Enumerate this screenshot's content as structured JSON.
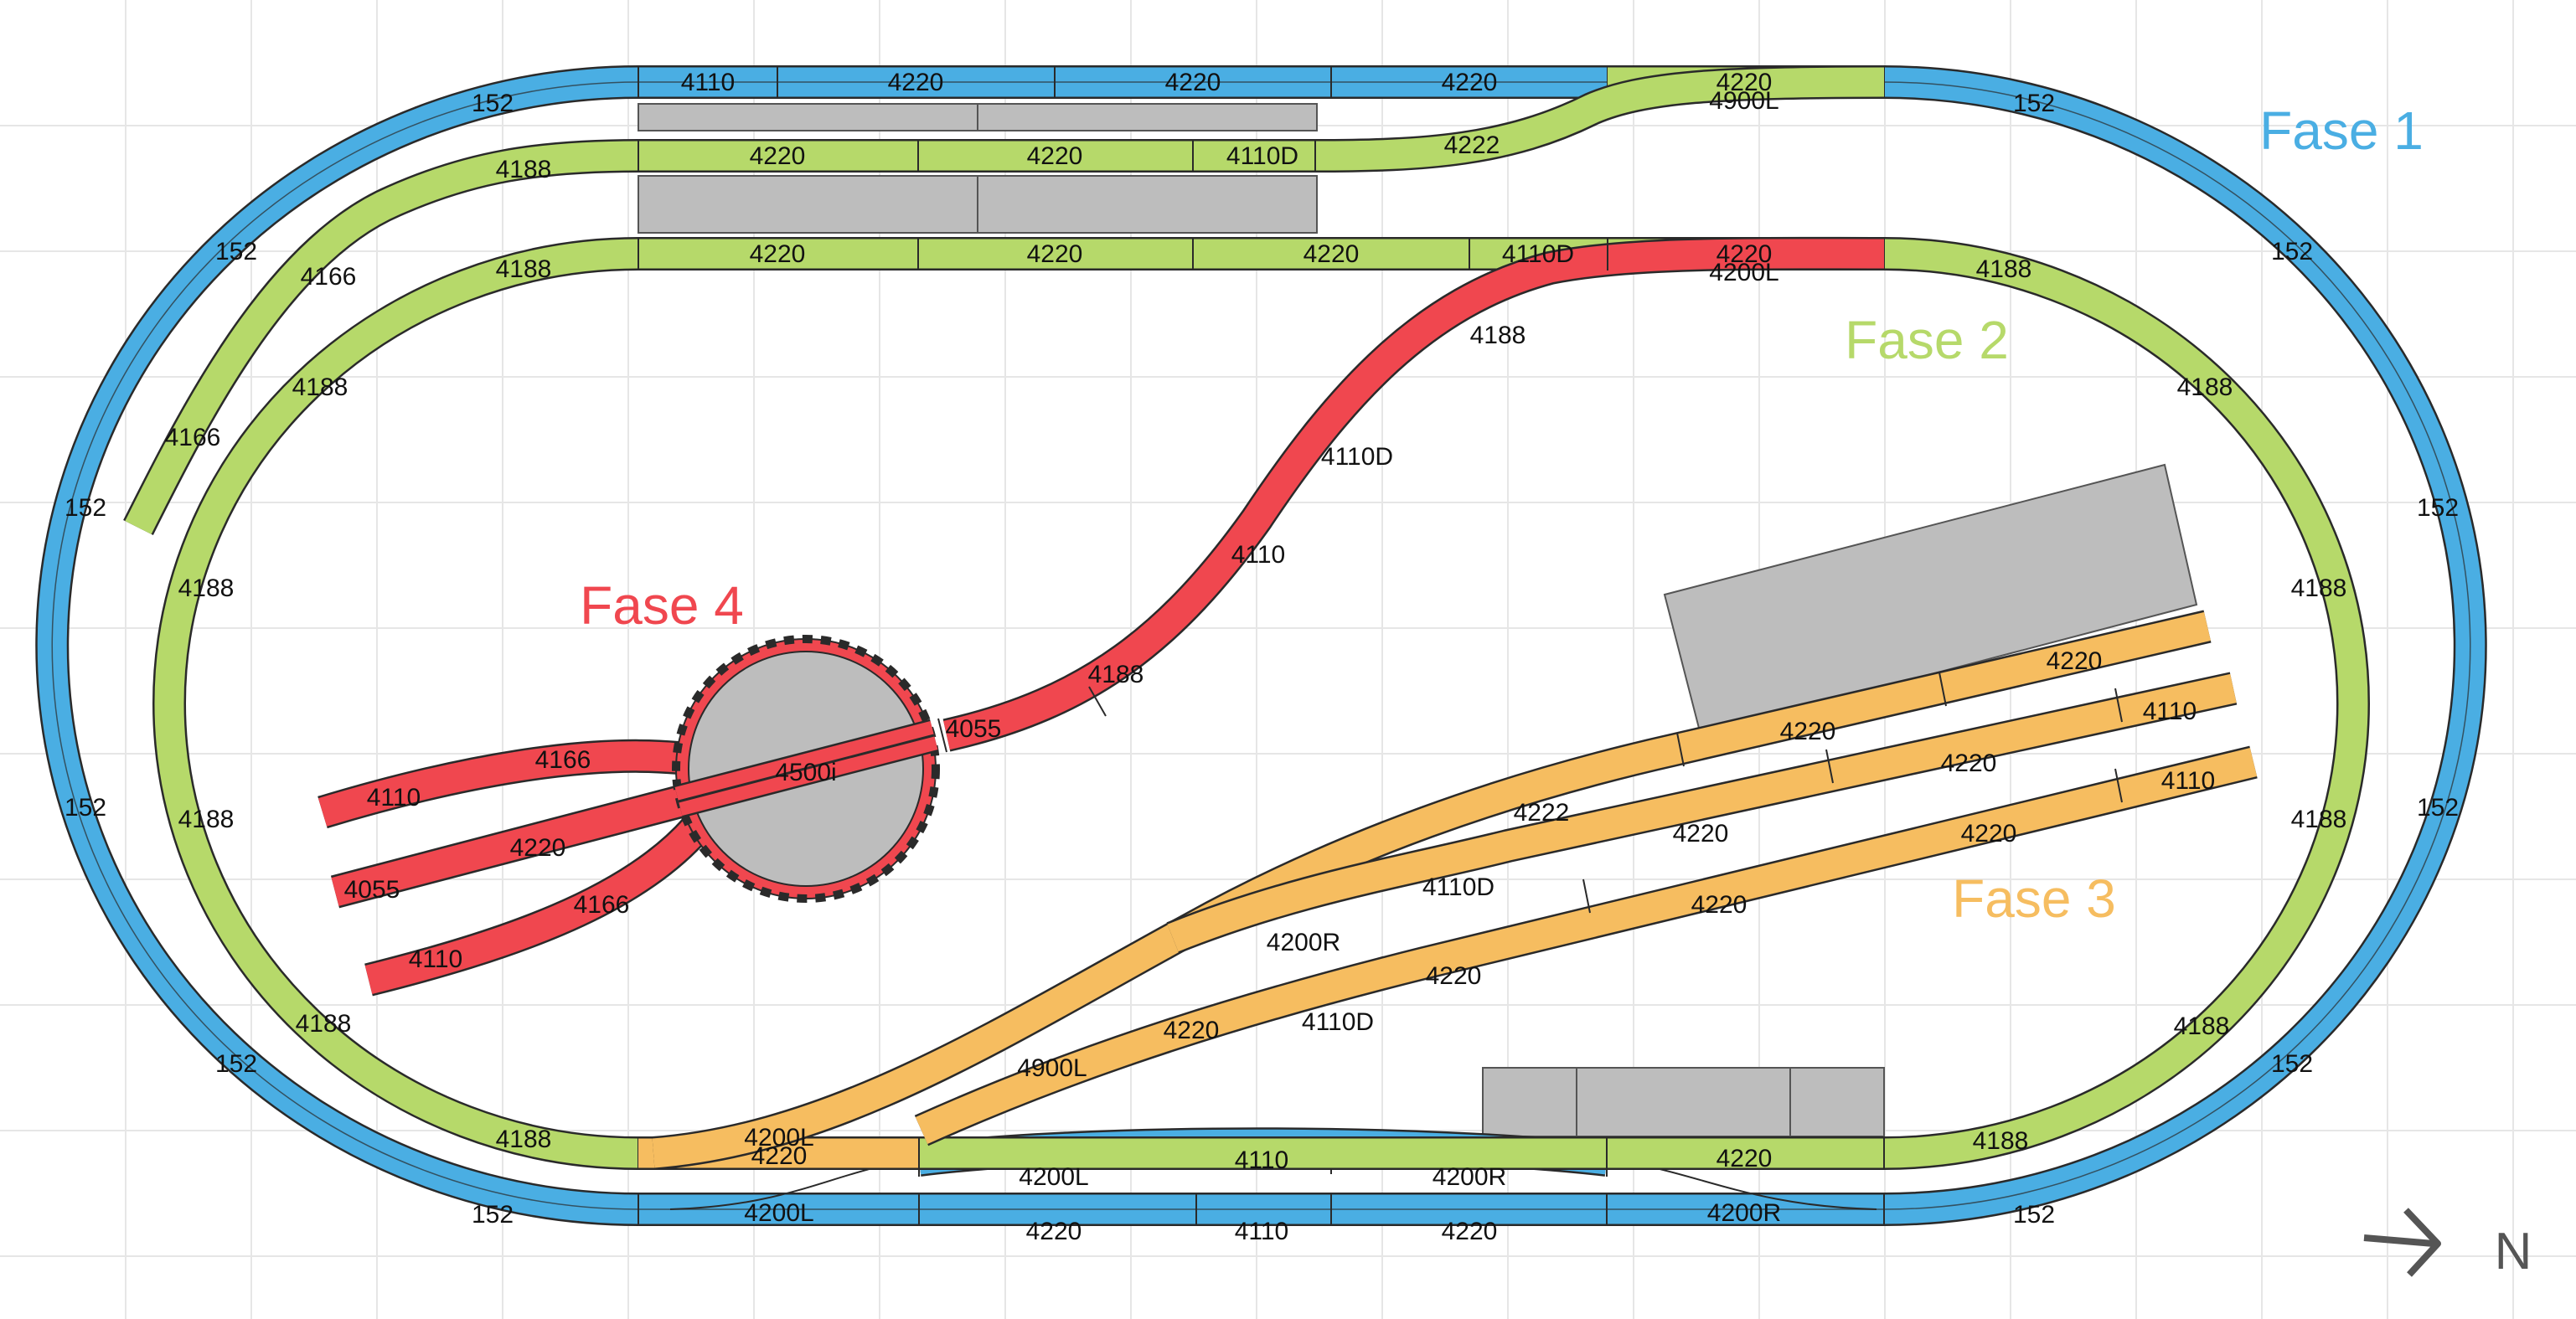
{
  "phases": [
    {
      "label": "Fase 1",
      "color": "#4aaee3"
    },
    {
      "label": "Fase 2",
      "color": "#b6d96a"
    },
    {
      "label": "Fase 3",
      "color": "#f6bd60"
    },
    {
      "label": "Fase 4",
      "color": "#f0474f"
    }
  ],
  "colors": {
    "blue": "#4aaee3",
    "green": "#b6d96a",
    "orange": "#f6bd60",
    "red": "#f0474f",
    "building": "#bdbdbd",
    "rail": "#2a2a2a"
  },
  "compass": {
    "label": "N",
    "icon": "arrow-right-icon"
  },
  "track_labels": {
    "outer": [
      "4110",
      "4220",
      "4220",
      "4220",
      "152",
      "152",
      "152",
      "152",
      "152",
      "152",
      "152",
      "152",
      "152",
      "4200L",
      "4220",
      "4110",
      "4220",
      "4200R",
      "4200L",
      "4110",
      "4200R"
    ],
    "green": [
      "4220",
      "4900L",
      "4222",
      "4220",
      "4220",
      "4110D",
      "4188",
      "4166",
      "4188",
      "4166",
      "4188",
      "4220",
      "4220",
      "4220",
      "4110D",
      "4220",
      "4200L",
      "4188",
      "4188",
      "4188",
      "4188",
      "4188",
      "4188",
      "4188",
      "4188",
      "4188",
      "4220",
      "4188"
    ],
    "orange": [
      "4220",
      "4220",
      "4110",
      "4220",
      "4220",
      "4110",
      "4220",
      "4222",
      "4220",
      "4110D",
      "4220",
      "4200R",
      "4220",
      "4110D",
      "4900L",
      "4200L",
      "4220"
    ],
    "red": [
      "4188",
      "4110D",
      "4110",
      "4188",
      "4055",
      "4500i",
      "4166",
      "4110",
      "4220",
      "4055",
      "4166",
      "4110"
    ]
  }
}
